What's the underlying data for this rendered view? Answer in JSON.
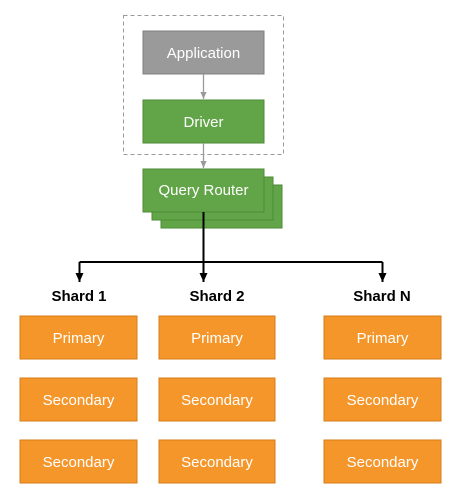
{
  "colors": {
    "application_fill": "#9a9a9a",
    "driver_fill": "#62a548",
    "router_fill": "#62a548",
    "shard_node_fill": "#f5962a",
    "gray_arrow": "#9a9a9a",
    "black_arrow": "#000000"
  },
  "client": {
    "application_label": "Application",
    "driver_label": "Driver"
  },
  "router": {
    "label": "Query Router"
  },
  "shards": [
    {
      "title": "Shard 1",
      "nodes": [
        "Primary",
        "Secondary",
        "Secondary"
      ]
    },
    {
      "title": "Shard 2",
      "nodes": [
        "Primary",
        "Secondary",
        "Secondary"
      ]
    },
    {
      "title": "Shard N",
      "nodes": [
        "Primary",
        "Secondary",
        "Secondary"
      ]
    }
  ]
}
